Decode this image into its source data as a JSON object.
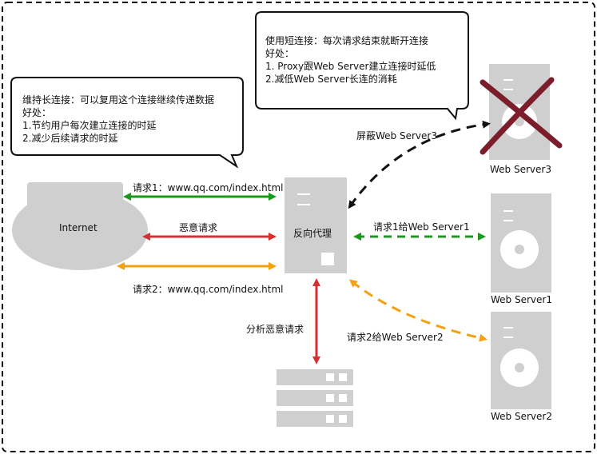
{
  "bubble_long": {
    "line1": "维持长连接：可以复用这个连接继续传递数据",
    "line2": "好处：",
    "line3": "1.节约用户每次建立连接的时延",
    "line4": "2.减少后续请求的时延"
  },
  "bubble_short": {
    "line1": "使用短连接：每次请求结束就断开连接",
    "line2": "好处：",
    "line3": "1. Proxy跟Web Server建立连接时延低",
    "line4": "2.减低Web Server长连的消耗"
  },
  "internet_label": "Internet",
  "proxy_label": "反向代理",
  "labels": {
    "request1": "请求1：www.qq.com/index.html",
    "malicious": "恶意请求",
    "request2": "请求2：www.qq.com/index.html",
    "analyze": "分析恶意请求",
    "block_server3": "屏蔽Web Server3",
    "req1_to_server1": "请求1给Web Server1",
    "req2_to_server2": "请求2给Web Server2"
  },
  "servers": {
    "server3": "Web Server3",
    "server1": "Web Server1",
    "server2": "Web Server2"
  },
  "colors": {
    "green": "#1a9a1a",
    "red": "#d63030",
    "orange": "#f5a011",
    "black": "#111111",
    "blocked_x": "#7b1d2a",
    "gray": "#cfcfcf"
  }
}
